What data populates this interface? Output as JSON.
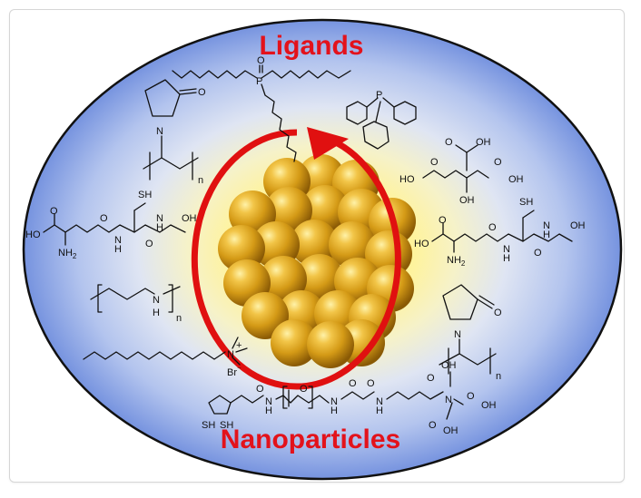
{
  "diagram": {
    "title_top": "Ligands",
    "title_bottom": "Nanoparticles",
    "colors": {
      "title": "#e3121b",
      "ring": "#e01010",
      "gold": "#d9a21a",
      "outer_blue": "#6f8fe0",
      "inner_yellow": "#fff6a8"
    },
    "chem_labels": {
      "o_pyrrolidone_left": "O",
      "n_pyrrolidone_left": "N",
      "n_subscript_left": "n",
      "phosphine_oxide_o": "O",
      "phosphine_oxide_p": "P",
      "phosphine_p": "P",
      "citrate_oh1": "OH",
      "citrate_o1": "O",
      "citrate_ho": "HO",
      "citrate_o2": "O",
      "citrate_oh2": "OH",
      "citrate_oh3": "OH",
      "citrate_o3": "O",
      "citrate_oh4": "OH",
      "gsh_left_sh": "SH",
      "gsh_left_ho": "HO",
      "gsh_left_o1": "O",
      "gsh_left_nh2": "NH",
      "gsh_left_nh2_sub": "2",
      "gsh_left_n1": "N",
      "gsh_left_h1": "H",
      "gsh_left_o2": "O",
      "gsh_left_n2": "N",
      "gsh_left_h2": "H",
      "gsh_left_o3": "O",
      "gsh_left_oh": "OH",
      "gsh_right_sh": "SH",
      "gsh_right_ho": "HO",
      "gsh_right_o1": "O",
      "gsh_right_nh2": "NH",
      "gsh_right_nh2_sub": "2",
      "gsh_right_n1": "N",
      "gsh_right_h1": "H",
      "gsh_right_o2": "O",
      "gsh_right_n2": "N",
      "gsh_right_h2": "H",
      "gsh_right_o3": "O",
      "gsh_right_oh": "OH",
      "pei_n": "N",
      "pei_h": "H",
      "pei_n_sub": "n",
      "ctab_n": "N",
      "ctab_plus": "+",
      "ctab_br": "Br",
      "ctab_minus": "⁻",
      "pvp_right_o": "O",
      "pvp_right_n": "N",
      "pvp_right_n_sub": "n",
      "lipoic_sh1": "SH",
      "lipoic_sh2": "SH",
      "lipoic_n1": "N",
      "lipoic_h1": "H",
      "lipoic_o1": "O",
      "lipoic_o2": "O",
      "lipoic_n2": "N",
      "lipoic_h2": "H",
      "lipoic_o3": "O",
      "lipoic_o4": "O",
      "lipoic_n3": "N",
      "lipoic_h3": "H",
      "lipoic_n4": "N",
      "nta_oh1": "OH",
      "nta_o1": "O",
      "nta_o2": "O",
      "nta_oh2": "OH",
      "nta_oh3": "OH",
      "nta_o3": "O"
    }
  }
}
